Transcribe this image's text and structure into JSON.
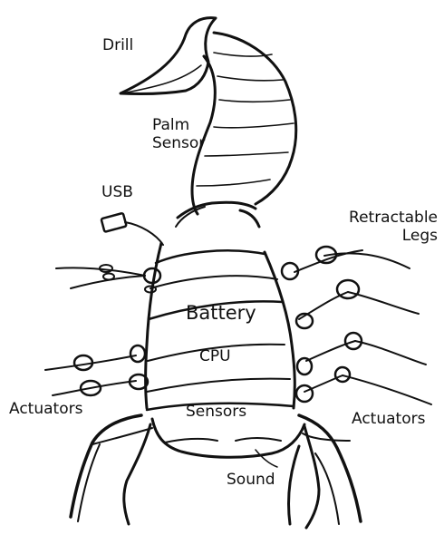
{
  "diagram": {
    "labels": {
      "drill": "Drill",
      "palm_sensor_line1": "Palm",
      "palm_sensor_line2": "Sensor",
      "usb": "USB",
      "retractable_line1": "Retractable",
      "retractable_line2": "Legs",
      "battery": "Battery",
      "cpu": "CPU",
      "actuators_left": "Actuators",
      "sensors": "Sensors",
      "actuators_right": "Actuators",
      "sound": "Sound"
    },
    "colors": {
      "ink": "#111111",
      "background": "#ffffff"
    }
  }
}
